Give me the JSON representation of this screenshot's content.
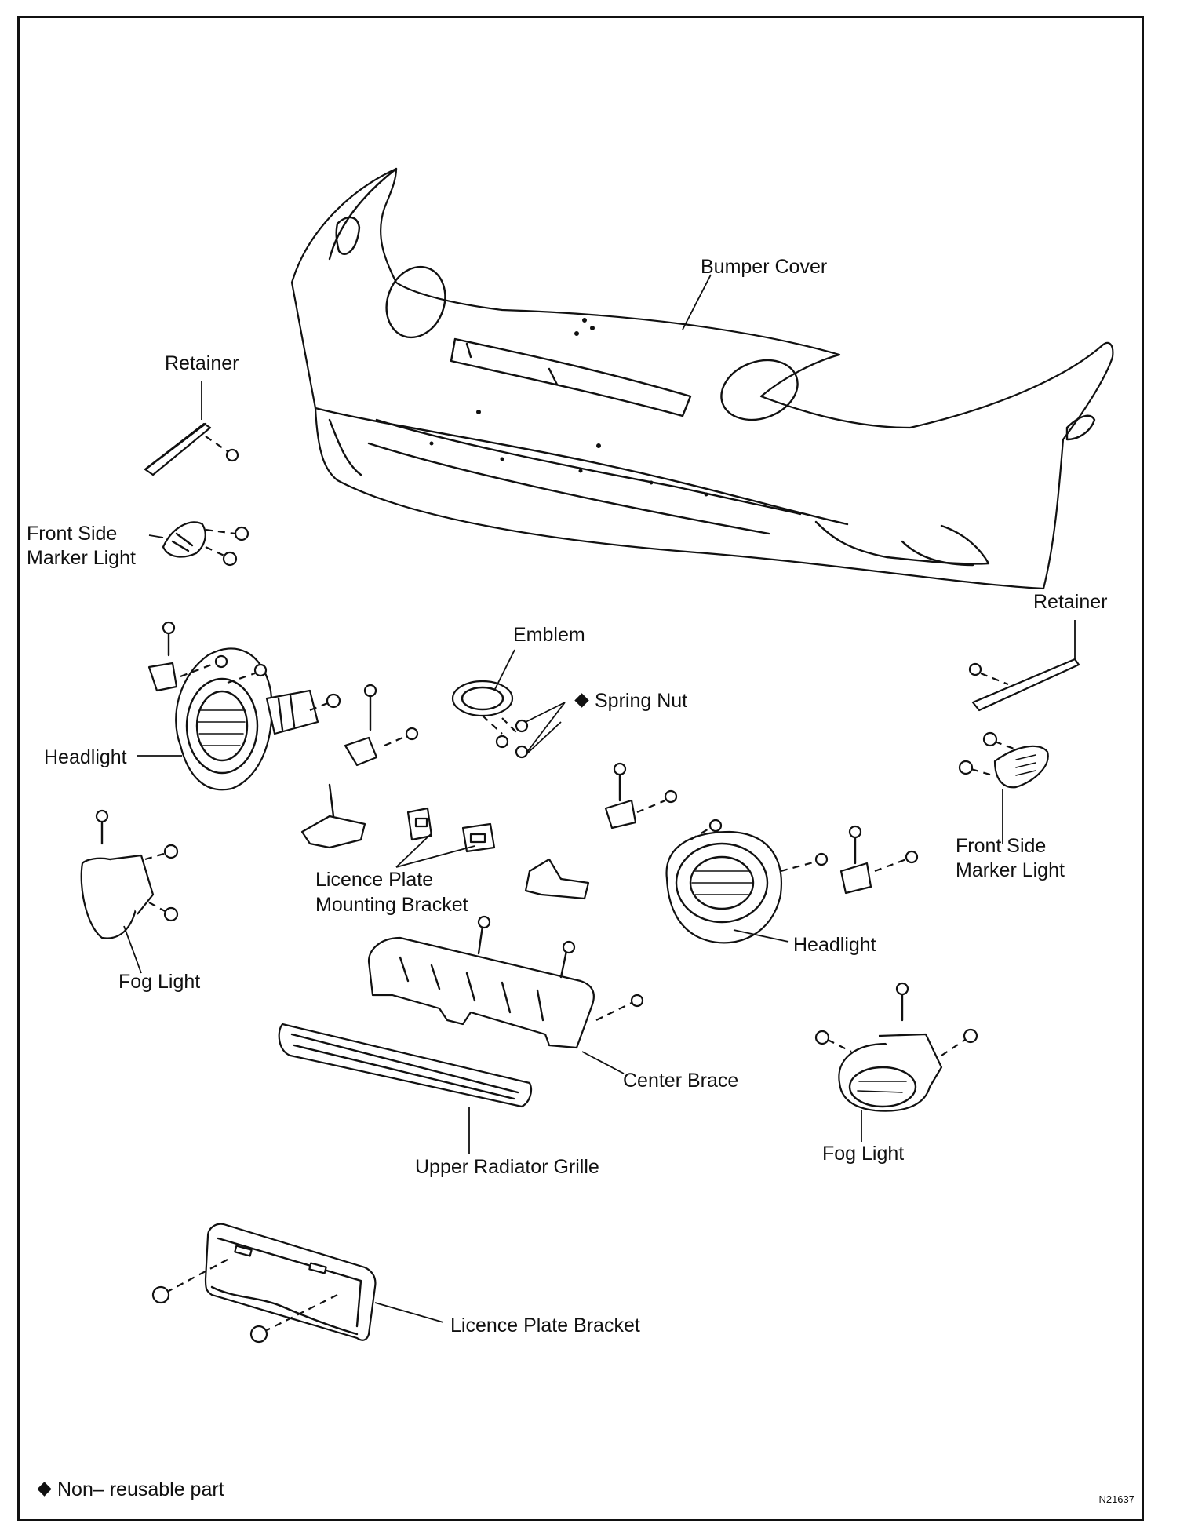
{
  "labels": {
    "bumper_cover": "Bumper Cover",
    "retainer_left": "Retainer",
    "retainer_right": "Retainer",
    "front_side_marker_left": [
      "Front Side",
      "Marker Light"
    ],
    "front_side_marker_right": [
      "Front Side",
      "Marker Light"
    ],
    "emblem": "Emblem",
    "spring_nut": "Spring Nut",
    "headlight_left": "Headlight",
    "headlight_right": "Headlight",
    "licence_plate_mounting_bracket": [
      "Licence Plate",
      "Mounting Bracket"
    ],
    "fog_light_left": "Fog Light",
    "fog_light_right": "Fog Light",
    "center_brace": "Center Brace",
    "upper_radiator_grille": "Upper Radiator Grille",
    "licence_plate_bracket": "Licence Plate Bracket"
  },
  "legend": {
    "non_reusable": "Non– reusable part"
  },
  "figure_id": "N21637"
}
